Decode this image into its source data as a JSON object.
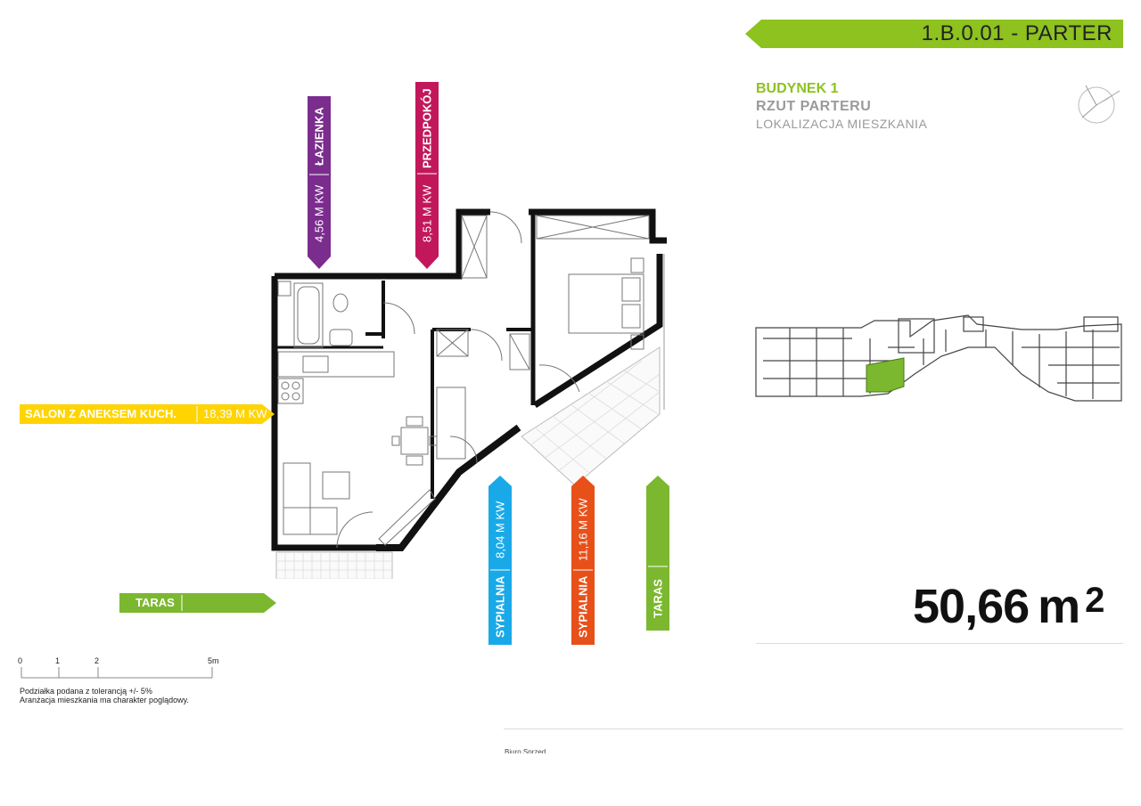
{
  "header": {
    "unit_code": "1.B.0.01  - PARTER"
  },
  "building": {
    "name": "BUDYNEK 1",
    "floor": "RZUT PARTERU",
    "location": "LOKALIZACJA MIESZKANIA"
  },
  "area": {
    "value": "50,66",
    "unit": "m",
    "exponent": "2"
  },
  "rooms": {
    "lazienka": {
      "name": "ŁAZIENKA",
      "area": "4,56 M KW",
      "color": "#7b2d8e"
    },
    "przedpokoj": {
      "name": "PRZEDPOKÓJ",
      "area": "8,51 M KW",
      "color": "#c2185b"
    },
    "salon": {
      "name": "SALON Z ANEKSEM KUCH.",
      "area": "18,39 M KW",
      "color": "#ffd400"
    },
    "sypialnia1": {
      "name": "SYPIALNIA",
      "area": "8,04 M KW",
      "color": "#1aa9e8"
    },
    "sypialnia2": {
      "name": "SYPIALNIA",
      "area": "11,16 M KW",
      "color": "#e8501a"
    },
    "taras_left": {
      "name": "TARAS",
      "color": "#7cb82f"
    },
    "taras_right": {
      "name": "TARAS",
      "color": "#7cb82f"
    }
  },
  "scale": {
    "labels": [
      "0",
      "1",
      "2",
      "5m"
    ]
  },
  "notes": {
    "line1": "Podziałka podana z tolerancją +/- 5%",
    "line2": "Aranżacja mieszkania ma charakter poglądowy."
  },
  "footer": {
    "office": "Biuro Sprzed"
  },
  "colors": {
    "accent_green": "#8dc21f",
    "grey_text": "#9a9a9a"
  },
  "icons": {
    "compass": "compass-icon"
  }
}
